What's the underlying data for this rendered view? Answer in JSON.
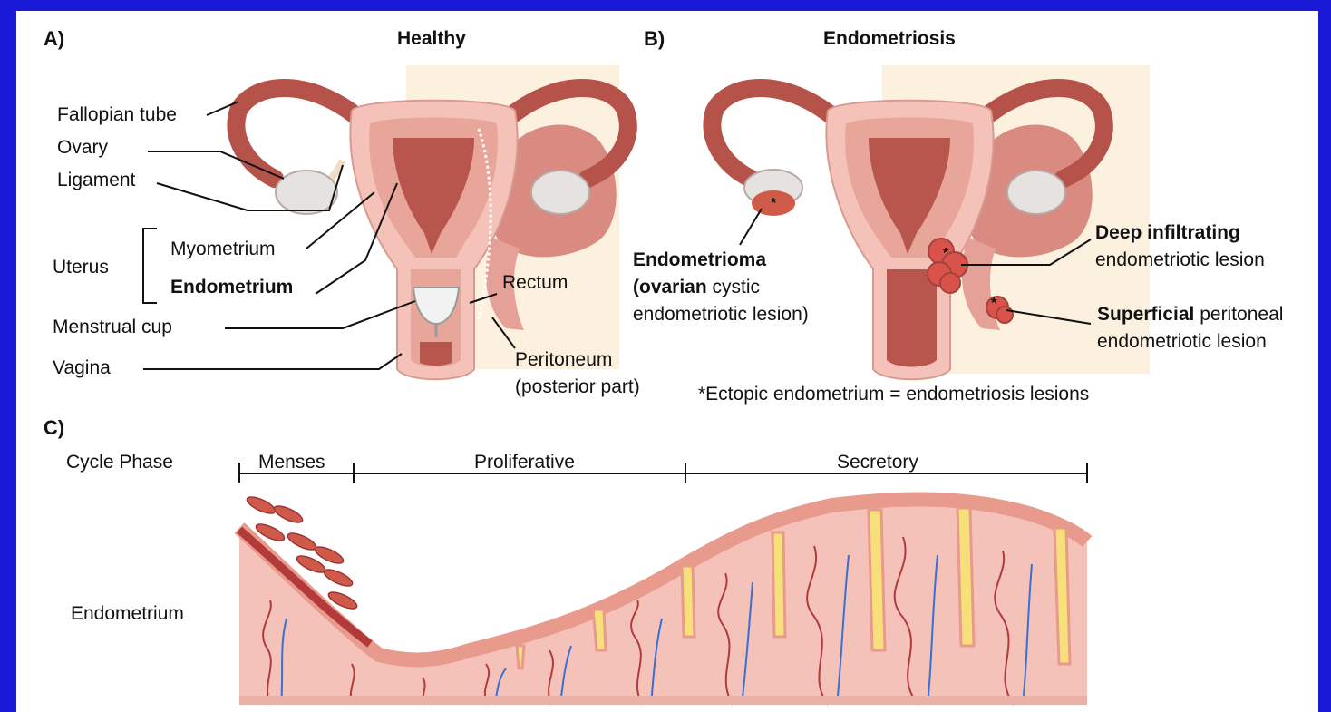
{
  "panels": {
    "a": {
      "letter": "A)",
      "title": "Healthy",
      "labels": {
        "fallopian_tube": "Fallopian tube",
        "ovary": "Ovary",
        "ligament": "Ligament",
        "uterus": "Uterus",
        "myometrium": "Myometrium",
        "endometrium": "Endometrium",
        "menstrual_cup": "Menstrual cup",
        "vagina": "Vagina",
        "rectum": "Rectum",
        "peritoneum_1": "Peritoneum",
        "peritoneum_2": "(posterior part)"
      }
    },
    "b": {
      "letter": "B)",
      "title": "Endometriosis",
      "endometrioma": {
        "line1_bold": "Endometrioma",
        "line2_bold": "(ovarian",
        "line2_rest": " cystic",
        "line3": "endometriotic  lesion)"
      },
      "deep": {
        "line1_bold": "Deep infiltrating",
        "line2": "endometriotic  lesion"
      },
      "superficial": {
        "line1_bold": "Superficial",
        "line1_rest": " peritoneal",
        "line2": "endometriotic  lesion"
      },
      "asterisk": "*",
      "footnote": "*Ectopic endometrium = endometriosis  lesions"
    },
    "c": {
      "letter": "C)",
      "cycle_phase_label": "Cycle Phase",
      "phases": [
        "Menses",
        "Proliferative",
        "Secretory"
      ],
      "endometrium_label": "Endometrium"
    }
  },
  "colors": {
    "background": "#1a1ad6",
    "tissue": "#f4c2b8",
    "myometrium": "#e8a69b",
    "endometrium": "#b8564d",
    "dark_tissue": "#a3433c",
    "lesion": "#d9534a",
    "gland_yellow": "#f7e07a",
    "vein_blue": "#3a6fd6",
    "artery_red": "#b23a3a",
    "backdrop": "#fbf1de"
  }
}
